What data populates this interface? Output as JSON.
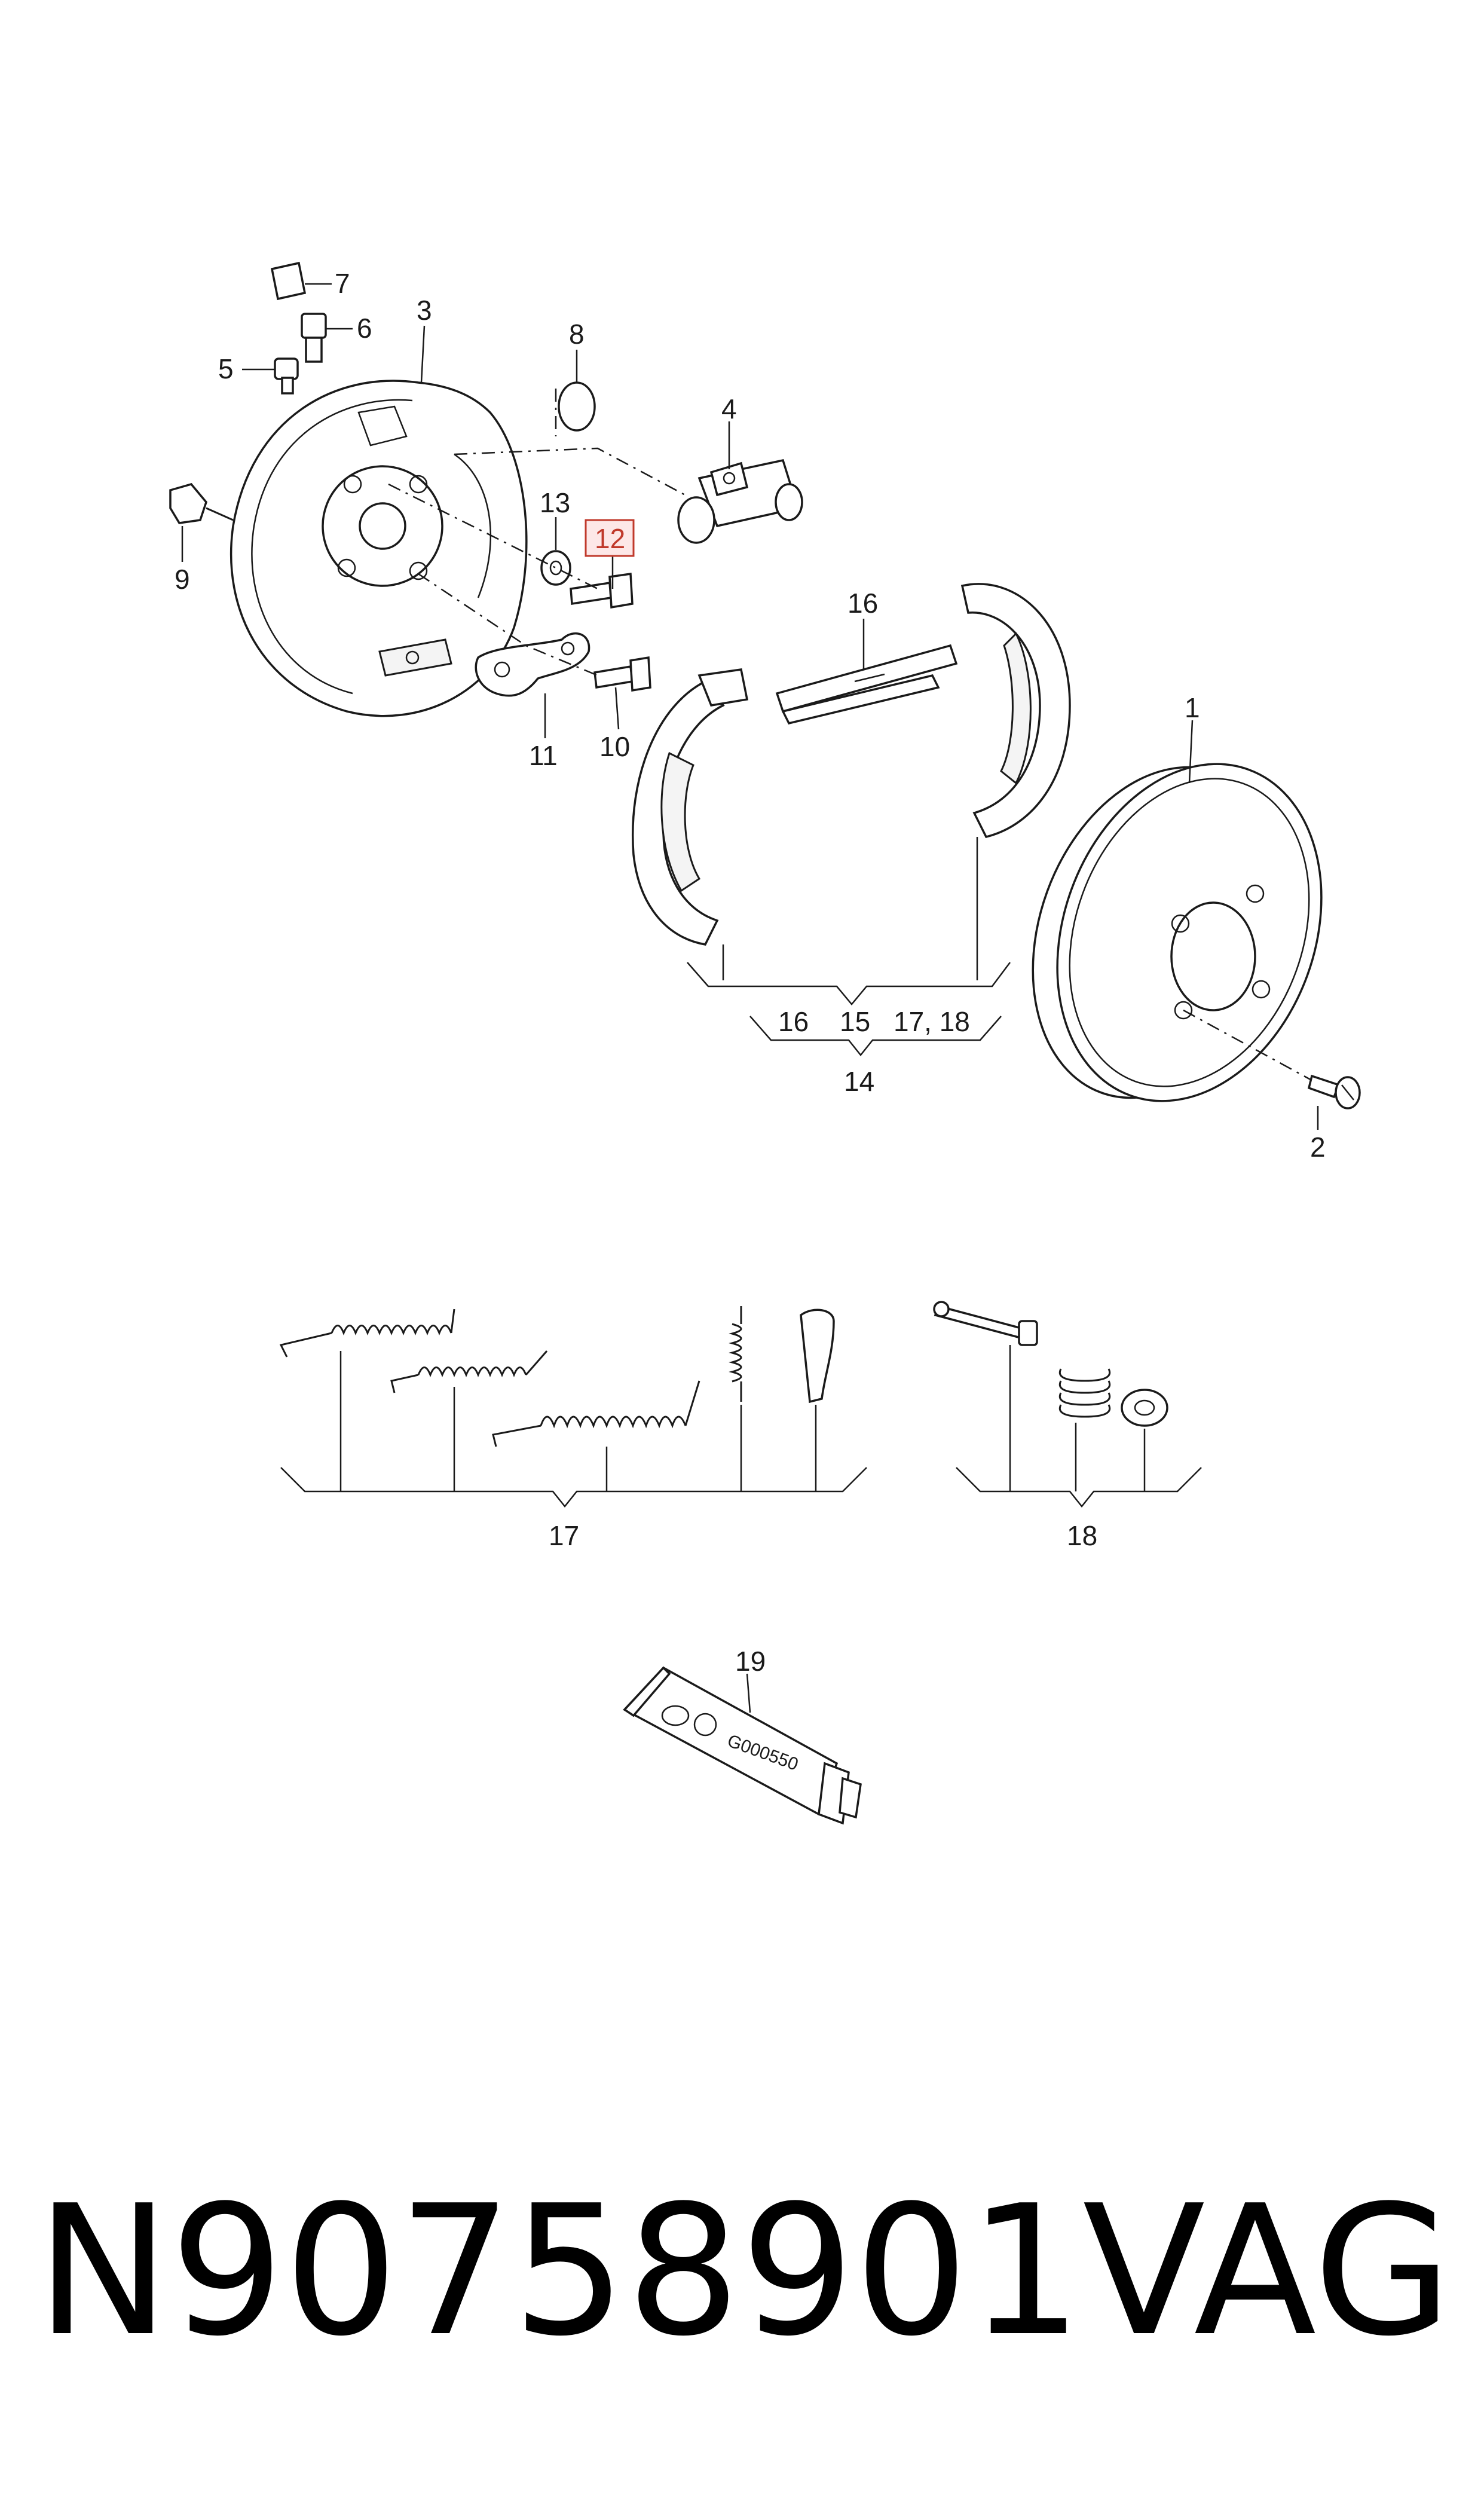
{
  "callouts": {
    "p1": "1",
    "p2": "2",
    "p3": "3",
    "p4": "4",
    "p5": "5",
    "p6": "6",
    "p7": "7",
    "p8": "8",
    "p9": "9",
    "p10": "10",
    "p11": "11",
    "p12": "12",
    "p13": "13",
    "p14": "14",
    "p15": "15",
    "p16a": "16",
    "p16b": "16",
    "p17_18": "17, 18",
    "p17": "17",
    "p18": "18",
    "p19": "19"
  },
  "tube_label": "G000550",
  "highlight_color": "#c0392b",
  "footer": {
    "part_number": "N90758901",
    "brand": "VAG"
  }
}
